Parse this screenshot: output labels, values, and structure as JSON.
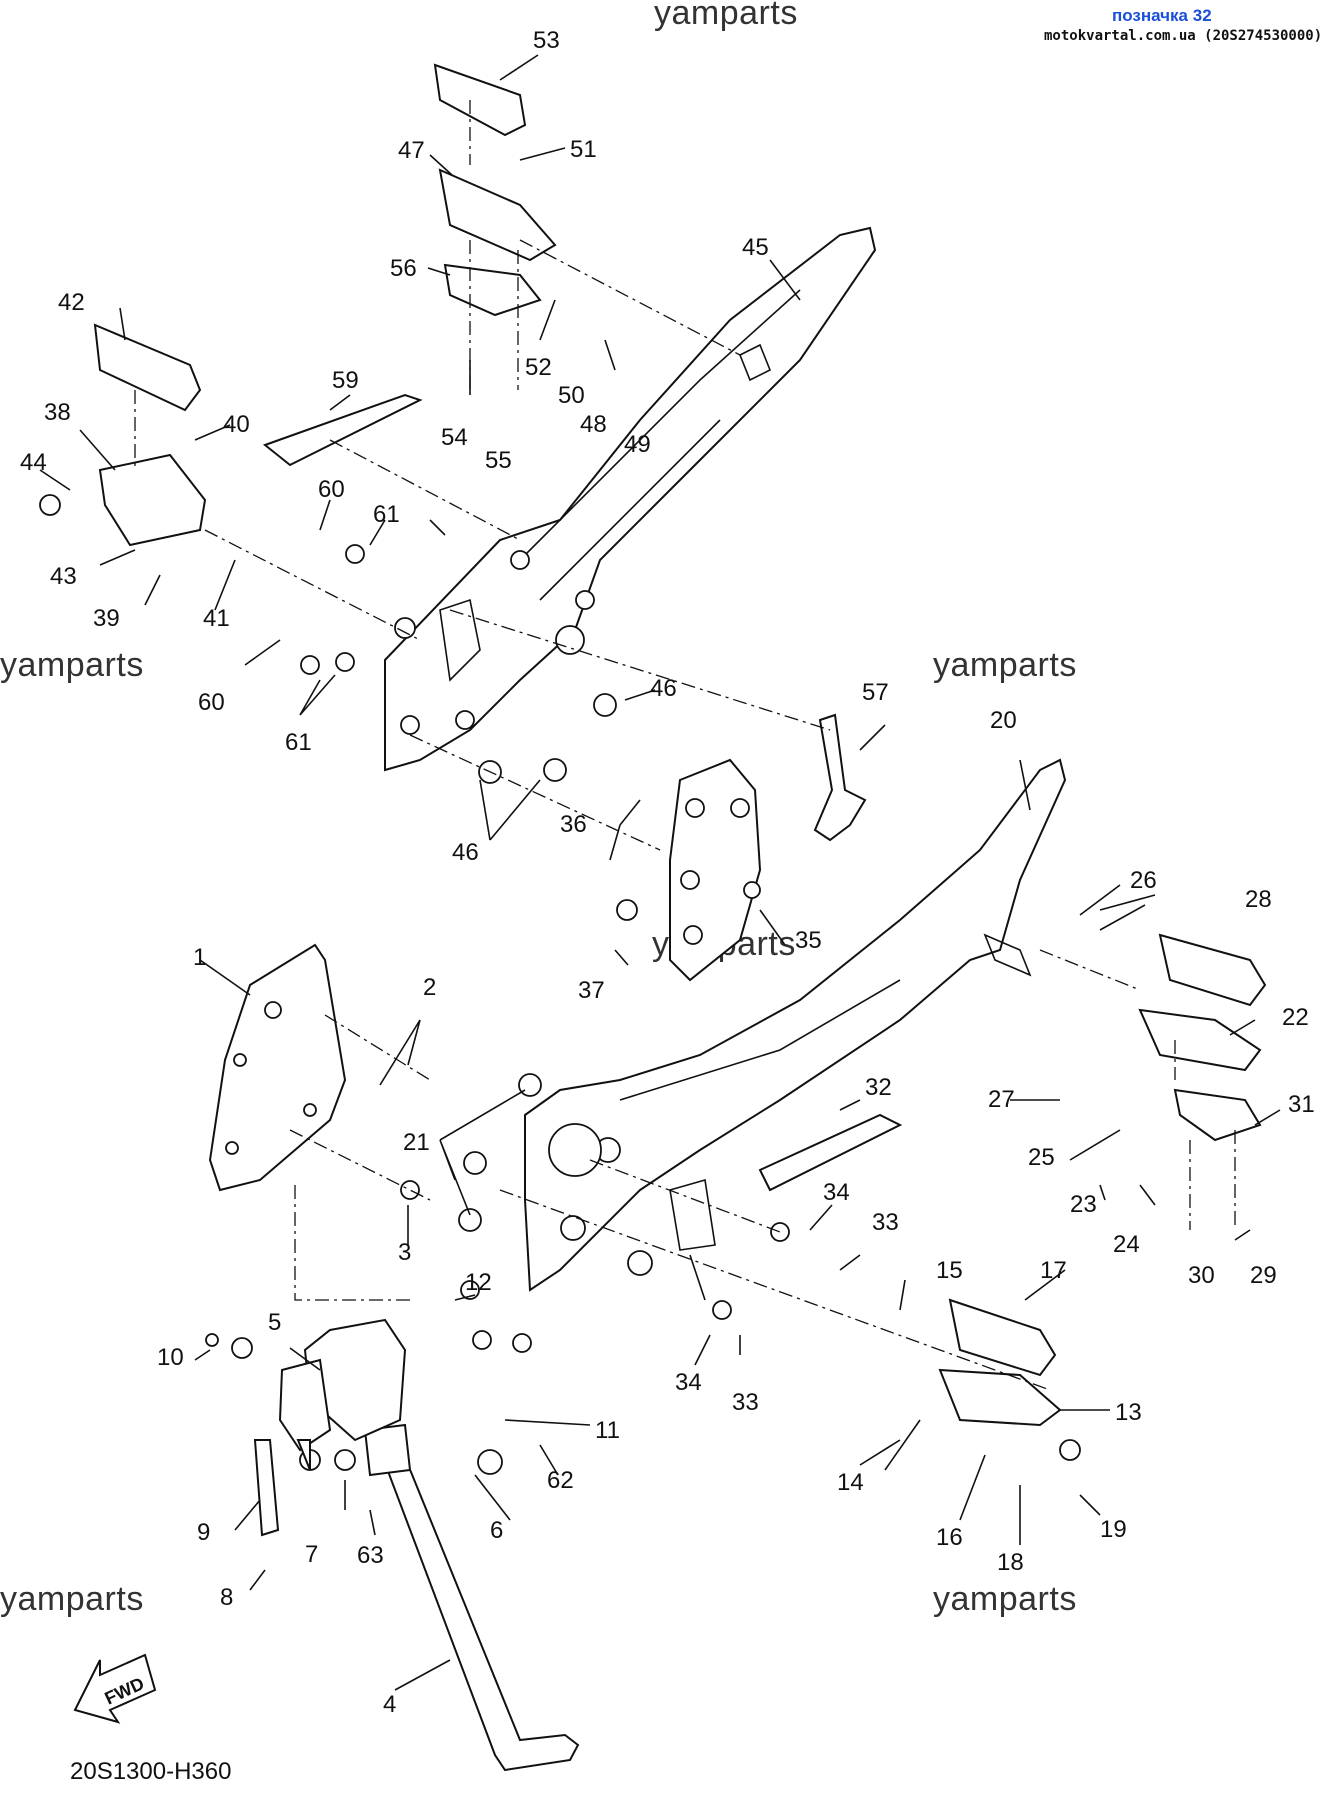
{
  "header": {
    "label": "позначка 32",
    "site": "motokvartal.com.ua (20S274530000)"
  },
  "watermark": "yamparts",
  "diagram_code": "20S1300-H360",
  "fwd_label": "FWD",
  "callouts": {
    "c1": "1",
    "c2": "2",
    "c3": "3",
    "c4": "4",
    "c5": "5",
    "c6": "6",
    "c7": "7",
    "c8": "8",
    "c9": "9",
    "c10": "10",
    "c11": "11",
    "c12": "12",
    "c13": "13",
    "c14": "14",
    "c15": "15",
    "c16": "16",
    "c17": "17",
    "c18": "18",
    "c19": "19",
    "c20": "20",
    "c21": "21",
    "c22": "22",
    "c23": "23",
    "c24": "24",
    "c25": "25",
    "c26": "26",
    "c27": "27",
    "c28": "28",
    "c29": "29",
    "c30": "30",
    "c31": "31",
    "c32": "32",
    "c33": "33",
    "c34": "34",
    "c35": "35",
    "c36": "36",
    "c37": "37",
    "c38": "38",
    "c39": "39",
    "c40": "40",
    "c41": "41",
    "c42": "42",
    "c43": "43",
    "c44": "44",
    "c45": "45",
    "c46": "46",
    "c47": "47",
    "c48": "48",
    "c49": "49",
    "c50": "50",
    "c51": "51",
    "c52": "52",
    "c53": "53",
    "c54": "54",
    "c55": "55",
    "c56": "56",
    "c57": "57",
    "c59": "59",
    "c60": "60",
    "c61": "61",
    "c62": "62",
    "c63": "63"
  }
}
